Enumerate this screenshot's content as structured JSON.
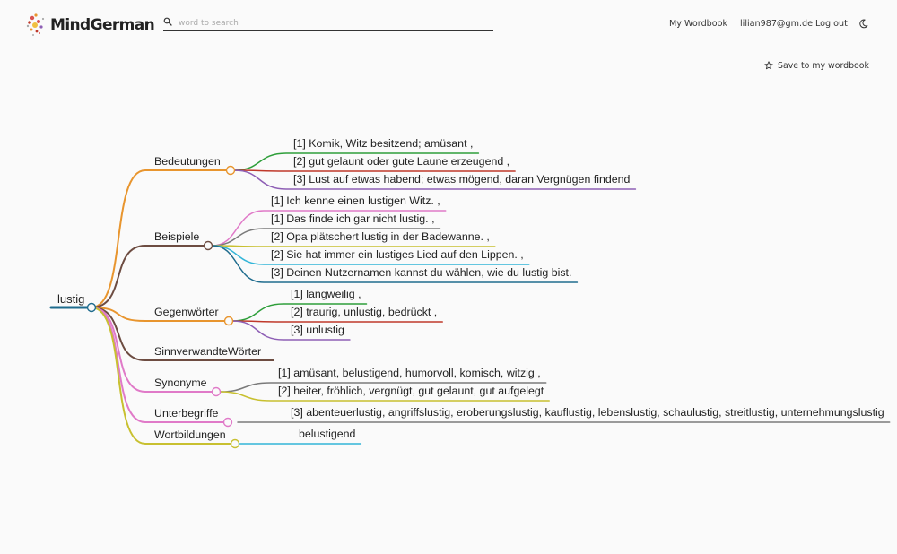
{
  "header": {
    "brand": "MindGerman",
    "search_placeholder": "word to search",
    "search_value": "",
    "my_wordbook": "My Wordbook",
    "user_email": "lilian987@gm.de",
    "logout": "Log out",
    "theme_icon": "moon-icon",
    "search_icon": "magnifier-icon",
    "logo_icon": "bee-logo-icon"
  },
  "actions": {
    "save_label": "Save to my wordbook",
    "save_icon": "star-outline-icon"
  },
  "mindmap": {
    "root": {
      "text": "lustig",
      "color": "#1f6c8e"
    },
    "branches": [
      {
        "id": "bedeutungen",
        "label": "Bedeutungen",
        "color": "#e8952e",
        "leaves": [
          {
            "text": "[1] Komik, Witz besitzend; amüsant ,",
            "color": "#2e9e3a"
          },
          {
            "text": "[2] gut gelaunt oder gute Laune erzeugend ,",
            "color": "#c0392b"
          },
          {
            "text": "[3] Lust auf etwas habend; etwas mögend, daran Vergnügen findend",
            "color": "#8e5fb5"
          }
        ]
      },
      {
        "id": "beispiele",
        "label": "Beispiele",
        "color": "#6d4c41",
        "leaves": [
          {
            "text": "[1] Ich kenne einen lustigen Witz. ,",
            "color": "#e07ac8"
          },
          {
            "text": "[1] Das finde ich gar nicht lustig. ,",
            "color": "#7a7a7a"
          },
          {
            "text": "[2] Opa plätschert lustig in der Badewanne. ,",
            "color": "#c8c030"
          },
          {
            "text": "[2] Sie hat immer ein lustiges Lied auf den Lippen. ,",
            "color": "#33b5d8"
          },
          {
            "text": "[3] Deinen Nutzernamen kannst du wählen, wie du lustig bist.",
            "color": "#1f6c8e"
          }
        ]
      },
      {
        "id": "gegenwoerter",
        "label": "Gegenwörter",
        "color": "#e8952e",
        "leaves": [
          {
            "text": "[1] langweilig ,",
            "color": "#2e9e3a"
          },
          {
            "text": "[2] traurig, unlustig, bedrückt ,",
            "color": "#c0392b"
          },
          {
            "text": "[3] unlustig",
            "color": "#8e5fb5"
          }
        ]
      },
      {
        "id": "sinnverwandte",
        "label": "SinnverwandteWörter",
        "color": "#6d4c41",
        "leaves": []
      },
      {
        "id": "synonyme",
        "label": "Synonyme",
        "color": "#e07ac8",
        "leaves": [
          {
            "text": "[1] amüsant, belustigend, humorvoll, komisch, witzig ,",
            "color": "#7a7a7a"
          },
          {
            "text": "[2] heiter, fröhlich, vergnügt, gut gelaunt, gut aufgelegt",
            "color": "#c8c030"
          }
        ]
      },
      {
        "id": "unterbegriffe",
        "label": "Unterbegriffe",
        "color": "#e07ac8",
        "leaves": [
          {
            "text": "[3] abenteuerlustig, angriffslustig, eroberungslustig, kauflustig, lebenslustig, schaulustig, streitlustig, unternehmungslustig",
            "color": "#7a7a7a"
          }
        ]
      },
      {
        "id": "wortbildungen",
        "label": "Wortbildungen",
        "color": "#c8c030",
        "leaves": [
          {
            "text": "belustigend",
            "color": "#33b5d8"
          }
        ]
      }
    ]
  }
}
